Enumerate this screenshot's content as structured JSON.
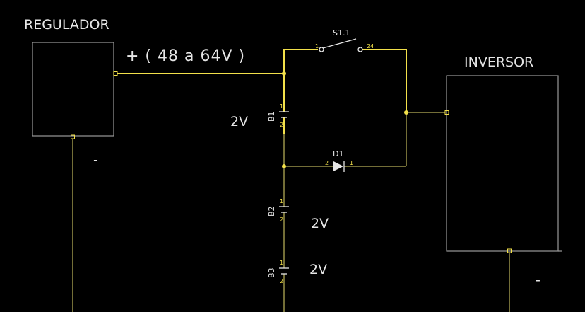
{
  "regulator": {
    "title": "REGULADOR",
    "minus_label": "-"
  },
  "inverter": {
    "title": "INVERSOR",
    "minus_label": "-"
  },
  "bus_label": "+ ( 48 a 64V )",
  "switch": {
    "ref": "S1.1",
    "pin_a": "1",
    "pin_b": "24"
  },
  "diode": {
    "ref": "D1",
    "pin_anode": "2",
    "pin_cathode": "1"
  },
  "batteries": [
    {
      "ref": "B1",
      "voltage": "2V",
      "pin_pos": "1",
      "pin_neg": "2"
    },
    {
      "ref": "B2",
      "voltage": "2V",
      "pin_pos": "1",
      "pin_neg": "2"
    },
    {
      "ref": "B3",
      "voltage": "2V",
      "pin_pos": "1",
      "pin_neg": "2"
    }
  ],
  "colors": {
    "background": "#000000",
    "wire": "#f2e04a",
    "box": "#9a9a9a",
    "text": "#e6e6e6"
  }
}
